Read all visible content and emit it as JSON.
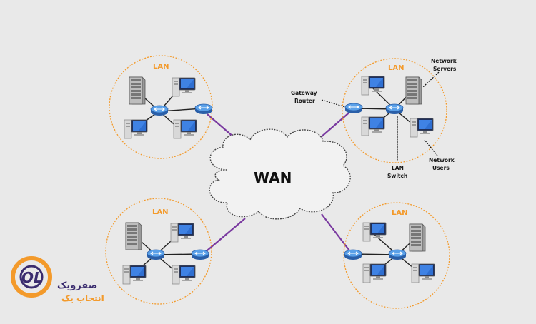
{
  "wan": {
    "label": "WAN"
  },
  "lans": [
    {
      "label": "LAN"
    },
    {
      "label": "LAN"
    },
    {
      "label": "LAN"
    },
    {
      "label": "LAN"
    }
  ],
  "callouts": {
    "gateway_router": [
      "Gateway",
      "Router"
    ],
    "network_servers": [
      "Network",
      "Servers"
    ],
    "lan_switch": [
      "LAN",
      "Switch"
    ],
    "network_users": [
      "Network",
      "Users"
    ]
  },
  "brand": {
    "logo_text": "OL",
    "name_line1": "صفرویک",
    "name_line2": "انتخاب یک"
  },
  "colors": {
    "lan_ring": "#f39a2b",
    "wan_link": "#7a3aa0",
    "device_blue": "#2f6fd1",
    "brand_orange": "#f39a2b",
    "brand_navy": "#3a2c6e"
  },
  "icons": [
    "server-icon",
    "desktop-computer-icon",
    "switch-icon",
    "router-icon",
    "cloud-icon"
  ]
}
